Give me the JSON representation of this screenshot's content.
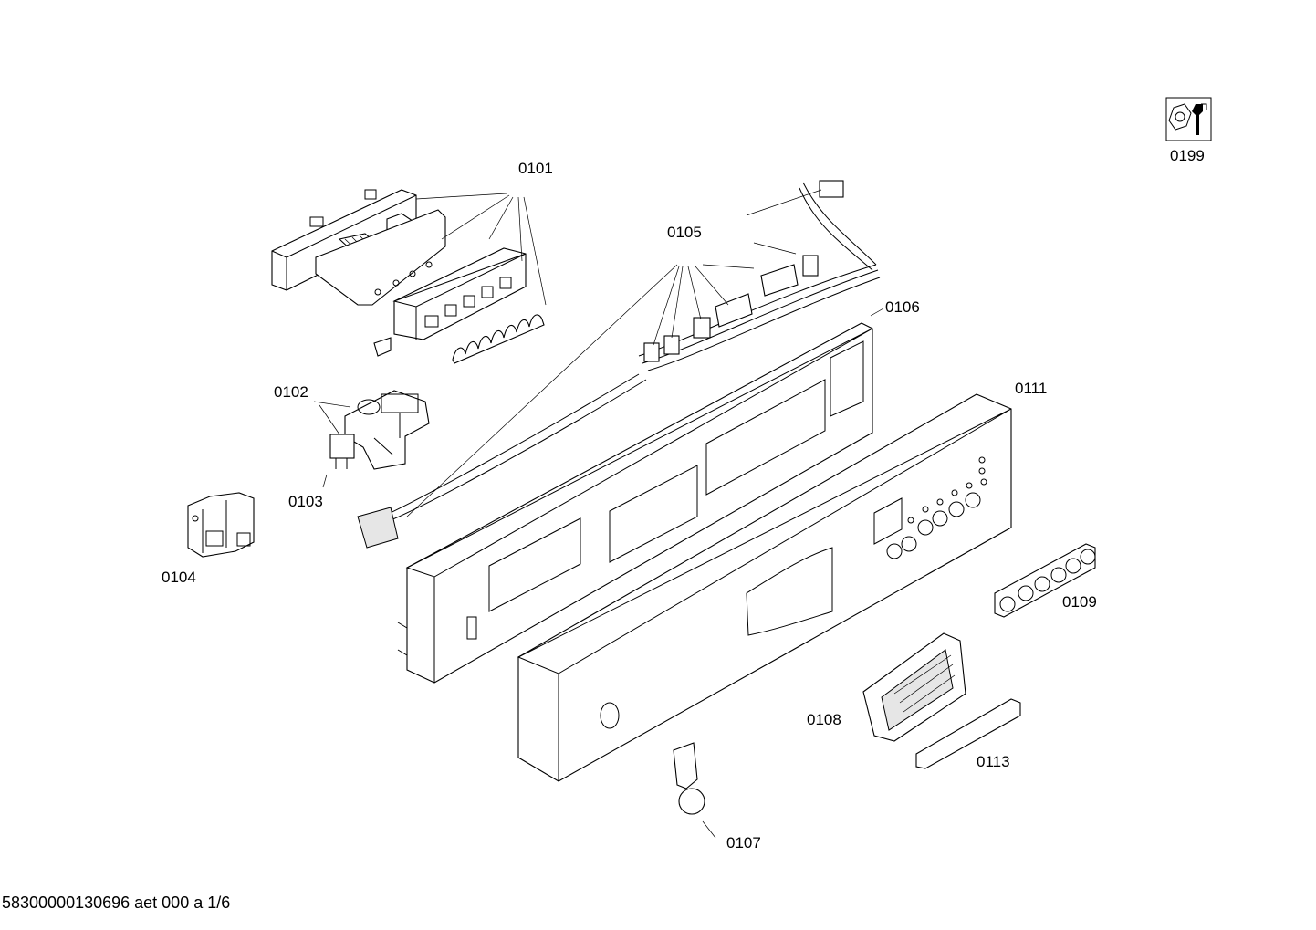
{
  "labels": {
    "p0101": "0101",
    "p0102": "0102",
    "p0103": "0103",
    "p0104": "0104",
    "p0105": "0105",
    "p0106": "0106",
    "p0107": "0107",
    "p0108": "0108",
    "p0109": "0109",
    "p0111": "0111",
    "p0113": "0113",
    "p0199": "0199"
  },
  "footer": "58300000130696 aet 000 a 1/6",
  "icons": {
    "service": "hex-nut-wrench-icon"
  }
}
